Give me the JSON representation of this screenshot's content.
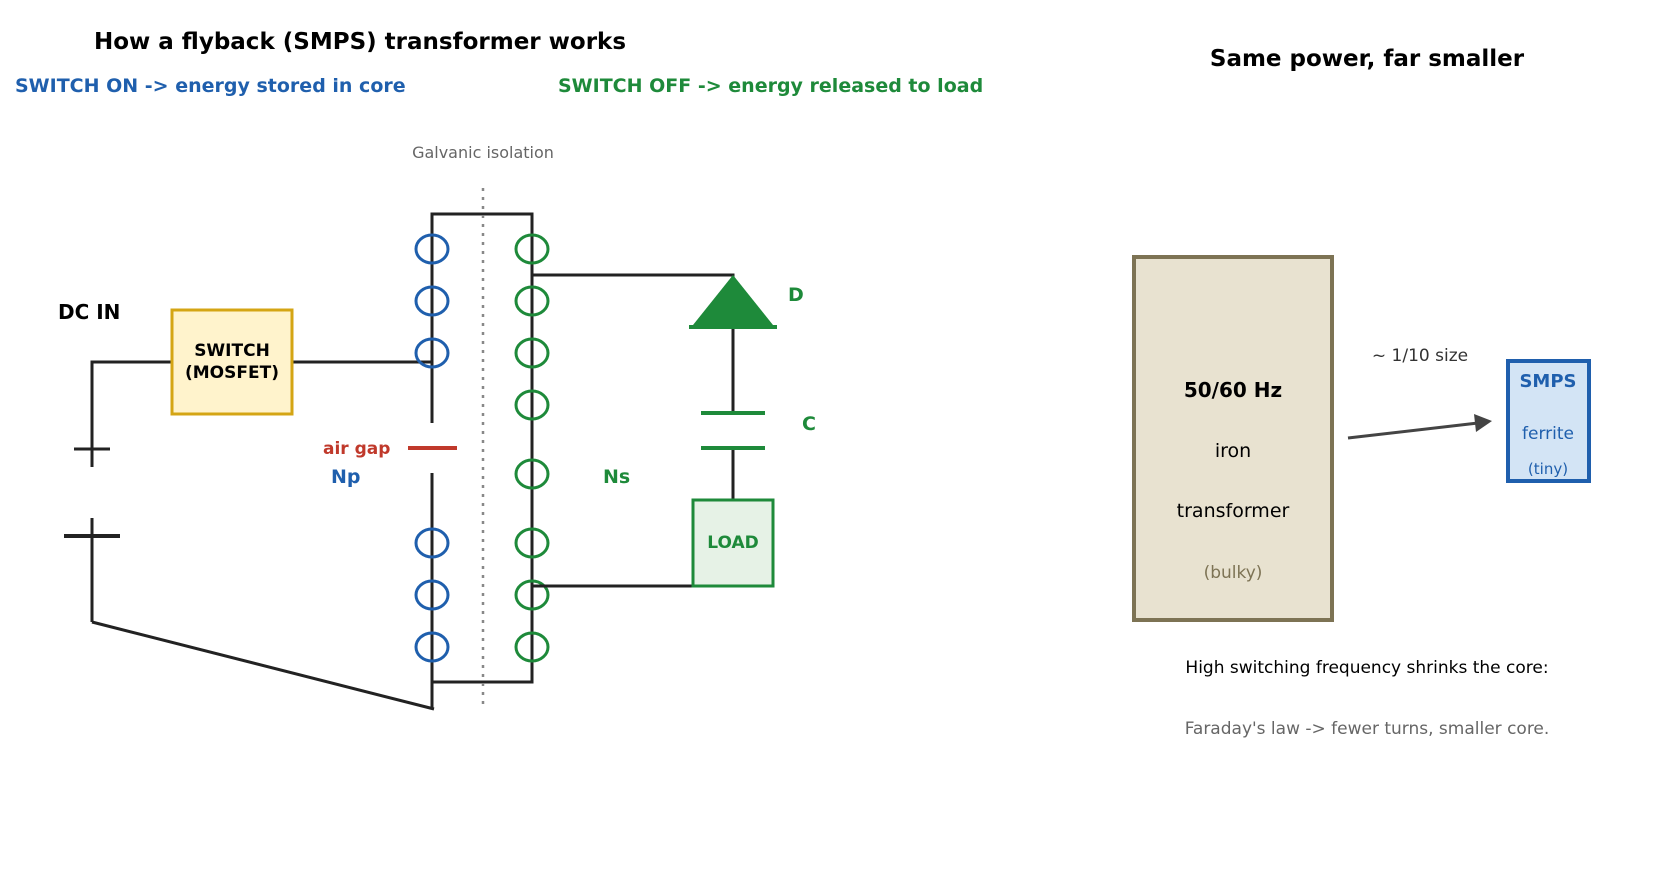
{
  "left": {
    "title": "How a flyback (SMPS) transformer works",
    "phase_on": "SWITCH ON  ->  energy stored in core",
    "phase_off": "SWITCH OFF  ->  energy released to load",
    "isolation_label": "Galvanic isolation",
    "dc_in": "DC IN",
    "switch_line1": "SWITCH",
    "switch_line2": "(MOSFET)",
    "air_gap": "air gap",
    "np": "Np",
    "ns": "Ns",
    "diode": "D",
    "capacitor": "C",
    "load": "LOAD"
  },
  "right": {
    "title": "Same power, far smaller",
    "iron_freq": "50/60 Hz",
    "iron_material": "iron",
    "iron_type": "transformer",
    "iron_note": "(bulky)",
    "size_ratio": "~ 1/10 size",
    "smps_title": "SMPS",
    "smps_material": "ferrite",
    "smps_note": "(tiny)",
    "caption_main": "High switching frequency shrinks the core:",
    "caption_sub": "Faraday's law -> fewer turns, smaller core."
  },
  "colors": {
    "primary_blue": "#1f5fad",
    "secondary_green": "#1e8a3a",
    "air_gap_red": "#c0392b",
    "switch_fill": "#fff3cc",
    "switch_border": "#d4a514",
    "iron_fill": "#e8e2d0",
    "iron_border": "#7d7354",
    "smps_fill": "#d3e4f5",
    "load_fill": "#e6f2e6"
  }
}
